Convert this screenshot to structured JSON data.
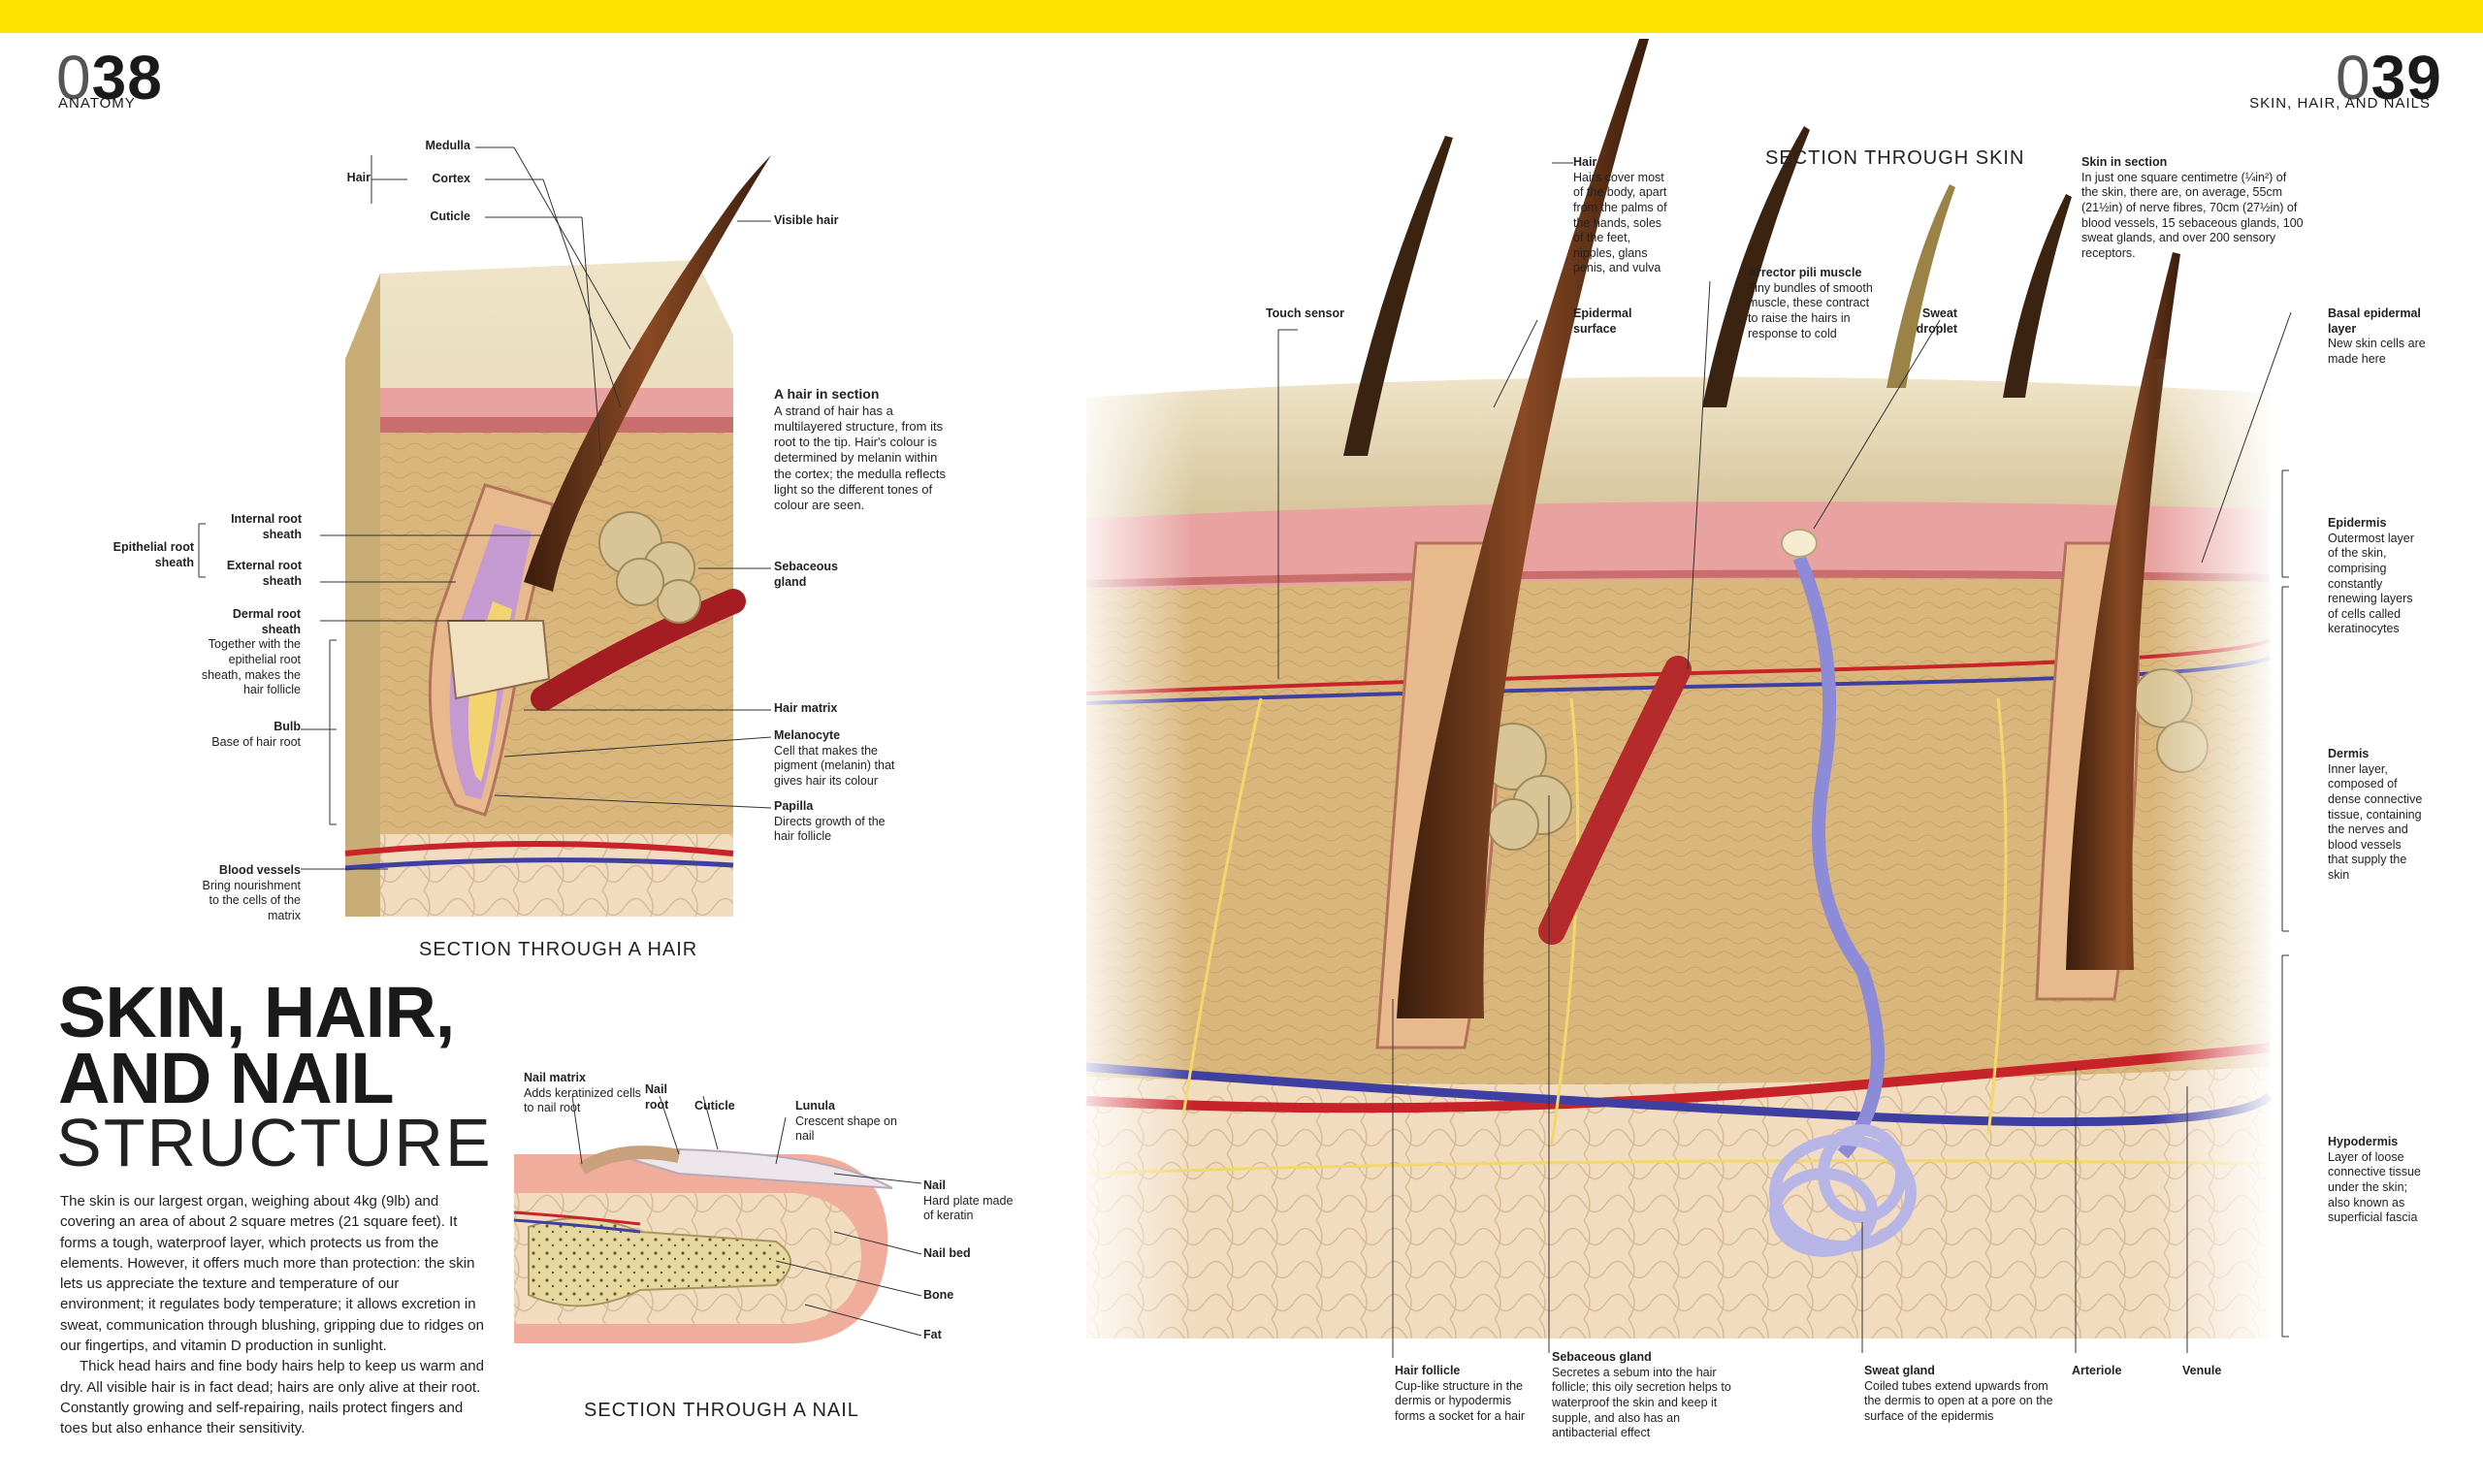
{
  "colors": {
    "accent_yellow": "#fde400",
    "skin_tan": "#d8bf86",
    "epidermis_pink": "#e8a2a0",
    "artery_red": "#c9232a",
    "vein_blue": "#3e3fa0",
    "nerve_yellow": "#f2d76a",
    "gland_lilac": "#b7b5e6"
  },
  "page_left": {
    "number_light": "0",
    "number_bold": "38",
    "section": "ANATOMY"
  },
  "page_right": {
    "number_light": "0",
    "number_bold": "39",
    "section": "SKIN, HAIR, AND NAILS"
  },
  "title": {
    "line1": "SKIN, HAIR,",
    "line2": "AND NAIL",
    "line3": "STRUCTURE"
  },
  "intro": {
    "p1": "The skin is our largest organ, weighing about 4kg (9lb) and covering an area of about 2 square metres (21 square feet). It forms a tough, waterproof layer, which protects us from the elements. However, it offers much more than protection: the skin lets us appreciate the texture and temperature of our environment; it regulates body temperature; it allows excretion in sweat, communication through blushing, gripping due to ridges on our fingertips, and vitamin D production in sunlight.",
    "p2": "Thick head hairs and fine body hairs help to keep us warm and dry. All visible hair is in fact dead; hairs are only alive at their root. Constantly growing and self-repairing, nails protect fingers and toes but also enhance their sensitivity."
  },
  "hair_section": {
    "caption": "SECTION THROUGH A HAIR",
    "hair": "Hair",
    "medulla": "Medulla",
    "cortex": "Cortex",
    "cuticle": "Cuticle",
    "visible_hair": "Visible hair",
    "epithelial_root_sheath": "Epithelial root sheath",
    "internal_root_sheath": "Internal root sheath",
    "external_root_sheath": "External root sheath",
    "dermal_root_sheath": {
      "title": "Dermal root sheath",
      "desc": "Together with the epithelial root sheath, makes the hair follicle"
    },
    "bulb": {
      "title": "Bulb",
      "desc": "Base of hair root"
    },
    "blood_vessels": {
      "title": "Blood vessels",
      "desc": "Bring nourishment to the cells of the matrix"
    },
    "hair_in_section": {
      "title": "A hair in section",
      "desc": "A strand of hair has a multilayered structure, from its root to the tip. Hair's colour is determined by melanin within the cortex; the medulla reflects light so the different tones of colour are seen."
    },
    "sebaceous_gland": "Sebaceous gland",
    "hair_matrix": "Hair matrix",
    "melanocyte": {
      "title": "Melanocyte",
      "desc": "Cell that makes the pigment (melanin) that gives hair its colour"
    },
    "papilla": {
      "title": "Papilla",
      "desc": "Directs growth of the hair follicle"
    }
  },
  "nail_section": {
    "caption": "SECTION THROUGH A NAIL",
    "nail_matrix": {
      "title": "Nail matrix",
      "desc": "Adds keratinized cells to nail root"
    },
    "nail_root": "Nail root",
    "cuticle": "Cuticle",
    "lunula": {
      "title": "Lunula",
      "desc": "Crescent shape on nail"
    },
    "nail": {
      "title": "Nail",
      "desc": "Hard plate made of keratin"
    },
    "nail_bed": "Nail bed",
    "bone": "Bone",
    "fat": "Fat"
  },
  "skin_section": {
    "caption": "SECTION THROUGH SKIN",
    "hair": {
      "title": "Hair",
      "desc": "Hairs cover most of the body, apart from the palms of the hands, soles of the feet, nipples, glans penis, and vulva"
    },
    "skin_in_section": {
      "title": "Skin in section",
      "desc": "In just one square centimetre (¼in²) of the skin, there are, on average, 55cm (21½in) of nerve fibres, 70cm (27½in) of blood vessels, 15 sebaceous glands, 100 sweat glands, and over 200 sensory receptors."
    },
    "touch_sensor": "Touch sensor",
    "epidermal_surface": "Epidermal surface",
    "arrector_pili": {
      "title": "Arrector pili muscle",
      "desc": "Tiny bundles of smooth muscle, these contract to raise the hairs in response to cold"
    },
    "sweat_droplet": "Sweat droplet",
    "basal_layer": {
      "title": "Basal epidermal layer",
      "desc": "New skin cells are made here"
    },
    "epidermis": {
      "title": "Epidermis",
      "desc": "Outermost layer of the skin, comprising constantly renewing layers of cells called keratinocytes"
    },
    "dermis": {
      "title": "Dermis",
      "desc": "Inner layer, composed of dense connective tissue, containing the nerves and blood vessels that supply the skin"
    },
    "hypodermis": {
      "title": "Hypodermis",
      "desc": "Layer of loose connective tissue under the skin; also known as superficial fascia"
    },
    "hair_follicle": {
      "title": "Hair follicle",
      "desc": "Cup-like structure in the dermis or hypodermis forms a socket for a hair"
    },
    "sebaceous_gland": {
      "title": "Sebaceous gland",
      "desc": "Secretes a sebum into the hair follicle; this oily secretion helps to waterproof the skin and keep it supple, and also has an antibacterial effect"
    },
    "sweat_gland": {
      "title": "Sweat gland",
      "desc": "Coiled tubes extend upwards from the dermis to open at a pore on the surface of the epidermis"
    },
    "arteriole": "Arteriole",
    "venule": "Venule"
  }
}
